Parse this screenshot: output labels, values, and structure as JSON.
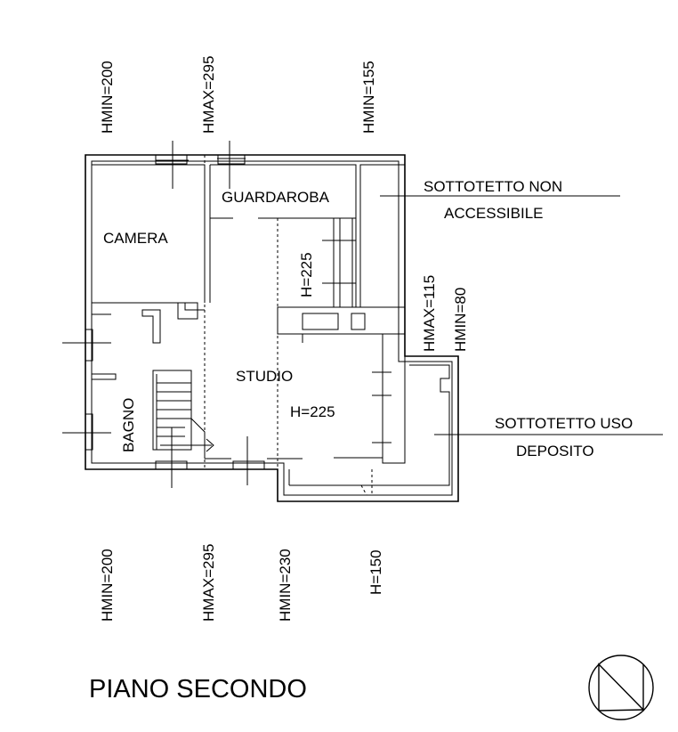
{
  "rooms": {
    "camera": "CAMERA",
    "guardaroba": "GUARDAROBA",
    "studio": "STUDIO",
    "bagno": "BAGNO",
    "studio_height": "H=225",
    "guardaroba_height": "H=225"
  },
  "notes": {
    "non_accessible_line1": "SOTTOTETTO NON",
    "non_accessible_line2": "ACCESSIBILE",
    "storage_line1": "SOTTOTETTO USO",
    "storage_line2": "DEPOSITO"
  },
  "heights_top": {
    "left": "HMIN=200",
    "middle": "HMAX=295",
    "right": "HMIN=155"
  },
  "heights_side": {
    "hmax": "HMAX=115",
    "hmin": "HMIN=80"
  },
  "heights_bottom": {
    "left": "HMIN=200",
    "middle_left": "HMAX=295",
    "middle_right": "HMIN=230",
    "right": "H=150"
  },
  "title": "PIANO SECONDO"
}
